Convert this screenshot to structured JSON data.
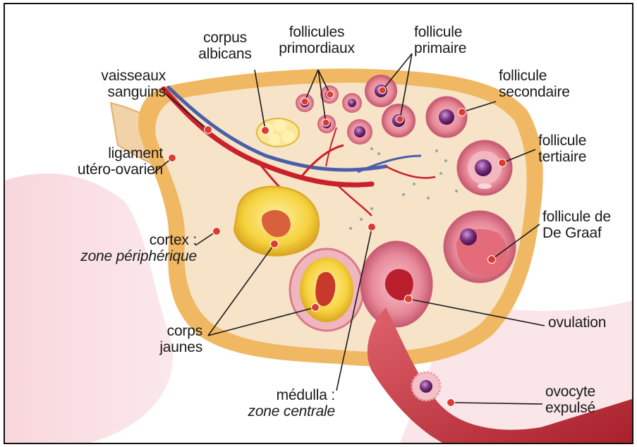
{
  "labels": {
    "vaisseaux": [
      "vaisseaux",
      "sanguins"
    ],
    "corpus_albicans": [
      "corpus",
      "albicans"
    ],
    "follicules_primordiaux": [
      "follicules",
      "primordiaux"
    ],
    "follicule_primaire": [
      "follicule",
      "primaire"
    ],
    "follicule_secondaire": [
      "follicule",
      "secondaire"
    ],
    "follicule_tertiaire": [
      "follicule",
      "tertiaire"
    ],
    "follicule_de_graaf": [
      "follicule de",
      "De Graaf"
    ],
    "ligament": [
      "ligament",
      "utéro-ovarien"
    ],
    "cortex": [
      "cortex :",
      "zone périphérique"
    ],
    "corps_jaunes": [
      "corps",
      "jaunes"
    ],
    "ovulation": "ovulation",
    "ovocyte": [
      "ovocyte",
      "expulsé"
    ],
    "medulla": [
      "médulla :",
      "zone centrale"
    ]
  },
  "colors": {
    "marker": "#e03a2e",
    "leader": "#1a1a1a",
    "stroma": "#f6e3c8",
    "cortex": "#f3c77a",
    "follicle": "#e88a9a",
    "oocyte": "#7a2f7e",
    "corpus_luteum": "#f5d23d",
    "artery": "#c9212b",
    "vein": "#4a5fa8",
    "tube": "#c23a3f"
  }
}
